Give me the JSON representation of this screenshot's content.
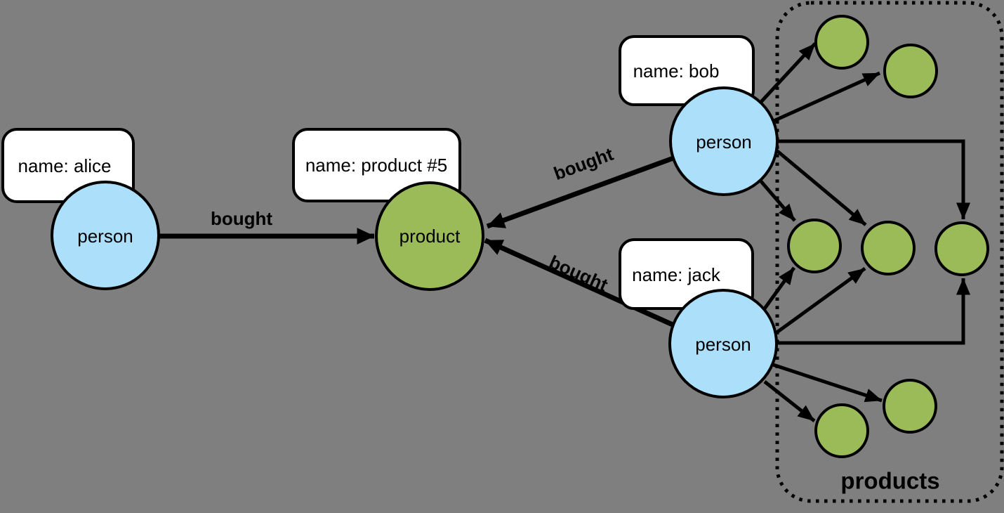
{
  "colors": {
    "background": "#7F7F7F",
    "person_fill": "#ACDFFA",
    "product_fill": "#9BBB59",
    "note_fill": "#FFFFFF",
    "outline": "#000000"
  },
  "nodes": {
    "alice": {
      "type_label": "person",
      "note": "name: alice"
    },
    "bob": {
      "type_label": "person",
      "note": "name: bob"
    },
    "jack": {
      "type_label": "person",
      "note": "name: jack"
    },
    "product5": {
      "type_label": "product",
      "note": "name: product #5"
    }
  },
  "edges": {
    "alice_to_product5": {
      "label": "bought"
    },
    "bob_to_product5": {
      "label": "bought"
    },
    "jack_to_product5": {
      "label": "bought"
    }
  },
  "products_group": {
    "label": "products",
    "unlabeled_product_nodes": 7
  }
}
